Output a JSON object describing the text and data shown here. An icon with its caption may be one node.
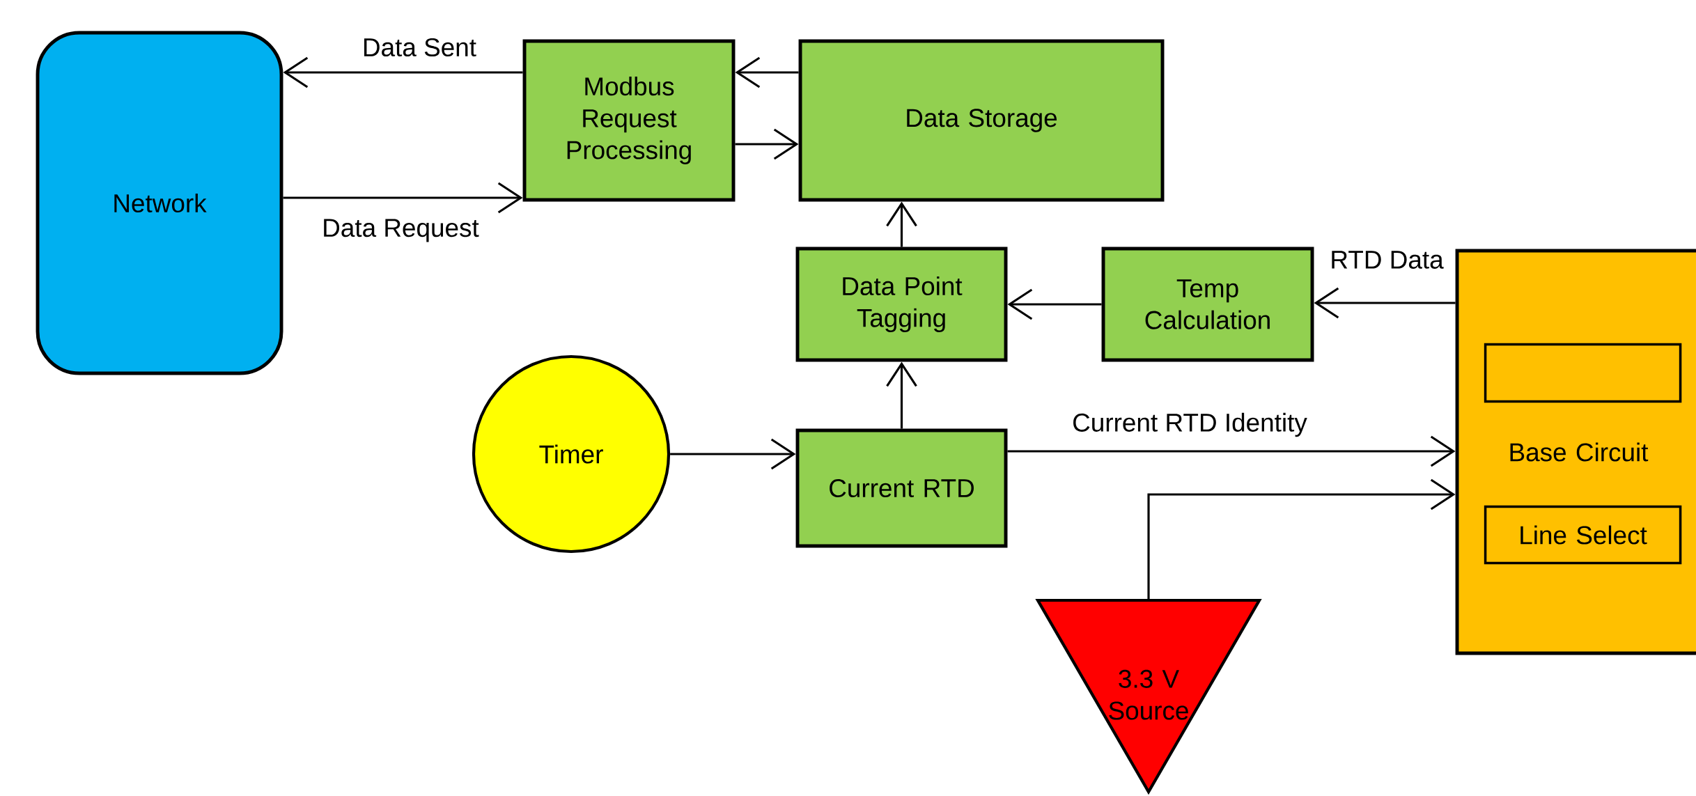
{
  "diagram": {
    "nodes": [
      {
        "text": [
          "Network"
        ]
      },
      {
        "text": [
          "Modbus Request Processing"
        ]
      },
      {
        "text": [
          "Data Storage"
        ]
      },
      {
        "text": [
          "Data Point Tagging"
        ]
      },
      {
        "text": [
          "Temp Calculation"
        ]
      },
      {
        "text": [
          "Base Circuit"
        ]
      },
      {
        "text": [],
        "shape": "box",
        "in": 5
      },
      {
        "text": [
          "Line Select"
        ],
        "in": 5
      },
      {
        "text": [
          "Timer"
        ]
      },
      {
        "text": [
          "Current RTD"
        ]
      },
      {
        "text": [
          "3.3 V Source"
        ]
      }
    ],
    "edges": [
      {
        "from": 1,
        "to": 0,
        "arrow": "to",
        "label": "Data Sent"
      },
      {
        "from": 0,
        "to": 1,
        "arrow": "to",
        "label": "Data Request"
      },
      {
        "from": 2,
        "to": 1,
        "arrow": "to"
      },
      {
        "from": 1,
        "to": 2,
        "arrow": "to"
      },
      {
        "from": 3,
        "to": 2,
        "arrow": "to"
      },
      {
        "from": 4,
        "to": 3,
        "arrow": "to"
      },
      {
        "from": 5,
        "to": 4,
        "arrow": "to",
        "label": "RTD Data"
      },
      {
        "from": 8,
        "to": 9,
        "arrow": "to"
      },
      {
        "from": 9,
        "to": 3,
        "arrow": "to"
      },
      {
        "from": 9,
        "to": 5,
        "arrow": "to",
        "label": "Current RTD Identity"
      },
      {
        "from": 10,
        "to": 5,
        "arrow": "to"
      }
    ]
  }
}
